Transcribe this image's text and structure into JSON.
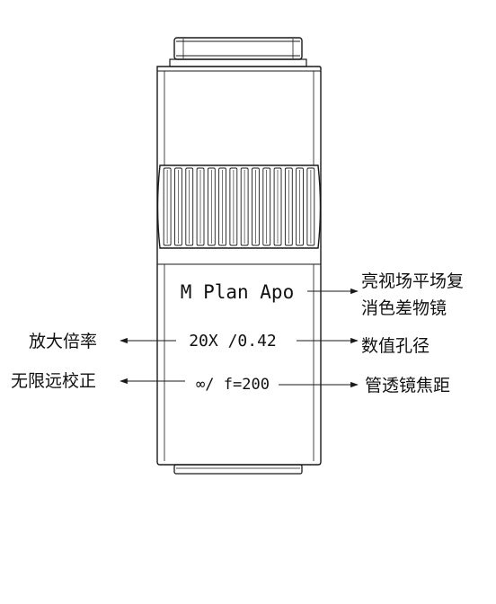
{
  "lens": {
    "model": "M Plan Apo",
    "spec": "20X /0.42",
    "tube": "∞/ f=200"
  },
  "annotations": {
    "model_line1": "亮视场平场复",
    "model_line2": "消色差物镜",
    "magnification": "放大倍率",
    "aperture": "数值孔径",
    "infinity": "无限远校正",
    "focal": "管透镜焦距"
  },
  "colors": {
    "line": "#1a1a1a",
    "background": "#ffffff"
  }
}
